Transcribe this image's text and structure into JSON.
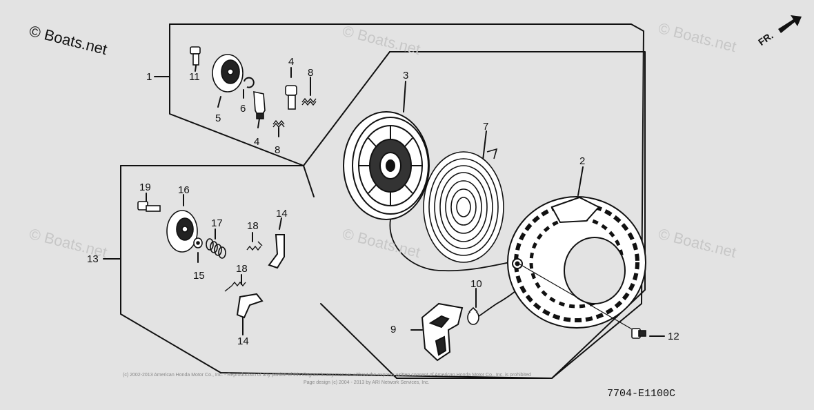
{
  "watermarks": {
    "main": "© Boats.net",
    "faint": "© Boats.net"
  },
  "orientation": {
    "label": "FR.",
    "icon": "front-direction-arrow-icon"
  },
  "callouts": {
    "c1": "1",
    "c2": "2",
    "c3": "3",
    "c4a": "4",
    "c4b": "4",
    "c5": "5",
    "c6": "6",
    "c7": "7",
    "c8a": "8",
    "c8b": "8",
    "c9": "9",
    "c10": "10",
    "c11": "11",
    "c12": "12",
    "c13": "13",
    "c14a": "14",
    "c14b": "14",
    "c15": "15",
    "c16": "16",
    "c17": "17",
    "c18a": "18",
    "c18b": "18",
    "c19": "19"
  },
  "footer": {
    "line1": "(c) 2002-2013 American Honda Motor Co., Inc. - Reproduction of any portion of this diagram in any manner without the express written consent of American Honda Motor Co., Inc. is prohibited",
    "line2": "Page design (c) 2004 - 2013 by ARI Network Services, Inc."
  },
  "diagram_code": "7704-E1100C"
}
